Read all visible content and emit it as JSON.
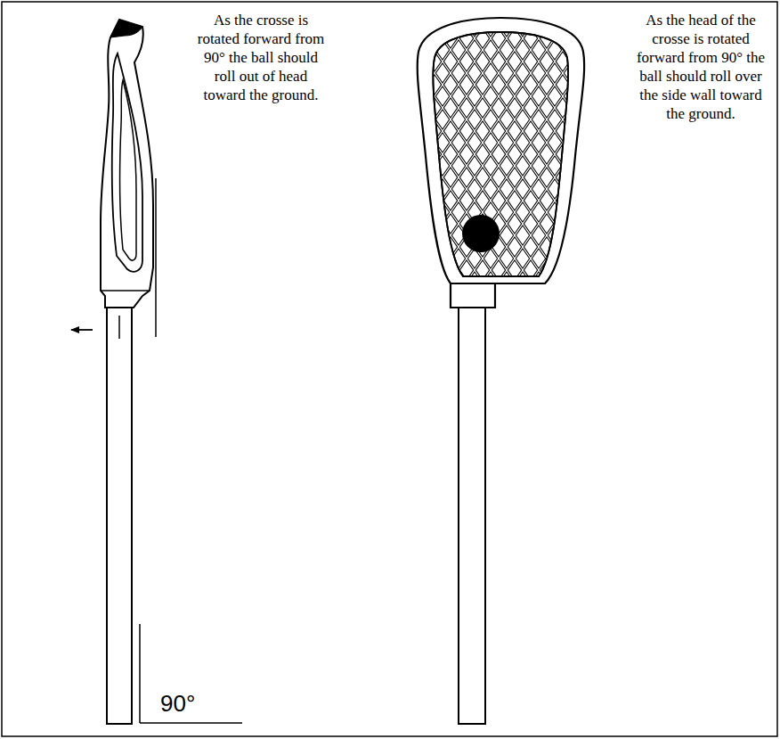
{
  "diagram": {
    "labels": [
      "As the crosse is rotated forward from 90° the ball should roll out of head toward the ground.",
      "As the head of the crosse is rotated forward from 90° the ball should roll over the side wall toward the ground.",
      "90°"
    ]
  }
}
